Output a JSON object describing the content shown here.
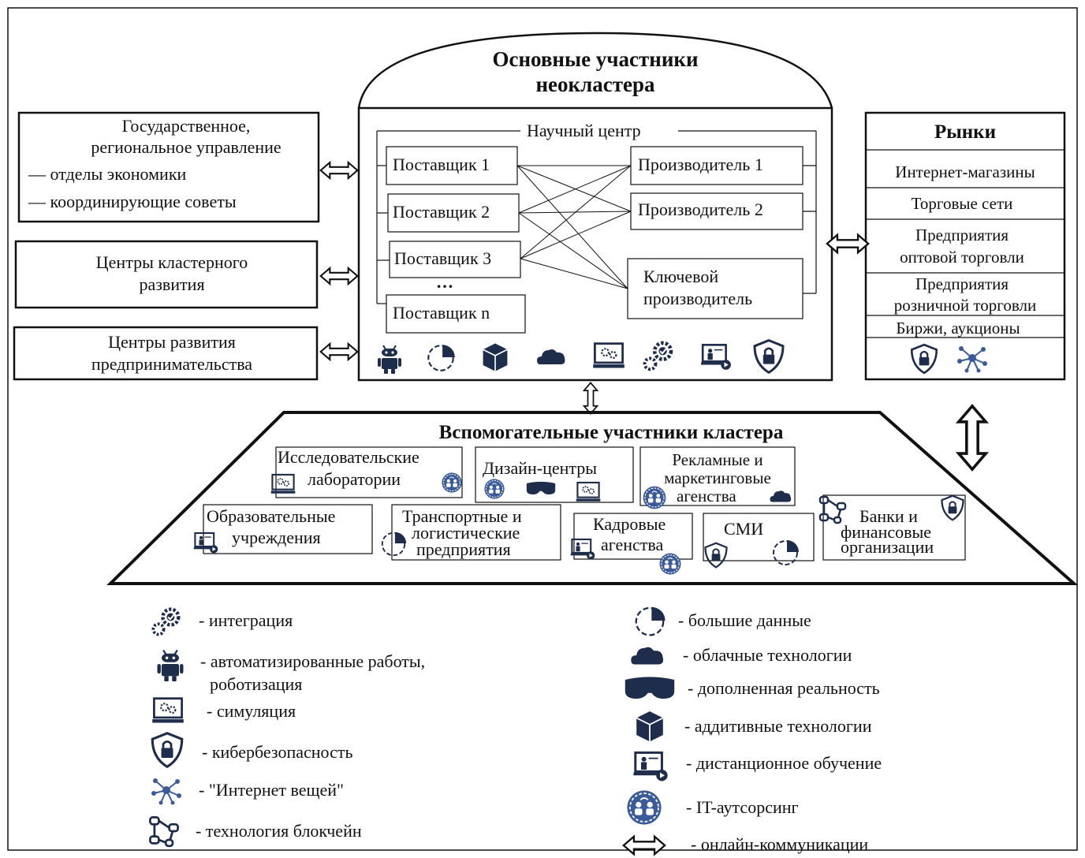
{
  "center": {
    "title_line1": "Основные участники",
    "title_line2": "неокластера",
    "science_center": "Научный центр",
    "suppliers": [
      "Поставщик 1",
      "Поставщик 2",
      "Поставщик 3",
      "…",
      "Поставщик n"
    ],
    "producers": [
      "Производитель 1",
      "Производитель 2"
    ],
    "key_producer_line1": "Ключевой",
    "key_producer_line2": "производитель"
  },
  "left": {
    "gov_line1": "Государственное,",
    "gov_line2": "региональное управление",
    "gov_item1": "— отделы экономики",
    "gov_item2": "— координирующие советы",
    "cluster_line1": "Центры кластерного",
    "cluster_line2": "развития",
    "entre_line1": "Центры развития",
    "entre_line2": "предпринимательства"
  },
  "markets": {
    "title": "Рынки",
    "items": [
      "Интернет-магазины",
      "Торговые сети",
      "Предприятия",
      "оптовой торговли",
      "Предприятия",
      "розничной торговли",
      "Биржи, аукционы"
    ]
  },
  "aux": {
    "title": "Вспомогательные участники кластера",
    "labs_line1": "Исследовательские",
    "labs_line2": "лаборатории",
    "design": "Дизайн-центры",
    "adv_line1": "Рекламные и",
    "adv_line2": "маркетинговые",
    "adv_line3": "агенства",
    "edu_line1": "Образовательные",
    "edu_line2": "учреждения",
    "trans_line1": "Транспортные и",
    "trans_line2": "логистические",
    "trans_line3": "предприятия",
    "hr_line1": "Кадровые",
    "hr_line2": "агенства",
    "media": "СМИ",
    "banks_line1": "Банки и",
    "banks_line2": "финансовые",
    "banks_line3": "организации"
  },
  "legend": {
    "integration": "- интеграция",
    "robots_line1": "- автоматизированные работы,",
    "robots_line2": "роботизация",
    "simulation": "- симуляция",
    "cyber": "- кибербезопасность",
    "iot": "- \"Интернет вещей\"",
    "blockchain": "- технология блокчейн",
    "bigdata": "- большие данные",
    "cloud": "- облачные технологии",
    "ar": "- дополненная реальность",
    "additive": "- аддитивные технологии",
    "distance": "- дистанционное обучение",
    "outsourcing": "- IT-аутсорсинг",
    "online": "- онлайн-коммуникации"
  },
  "colors": {
    "line": "#111111",
    "icon_dark": "#1f2d4d",
    "icon_blue": "#3a5a9a"
  }
}
